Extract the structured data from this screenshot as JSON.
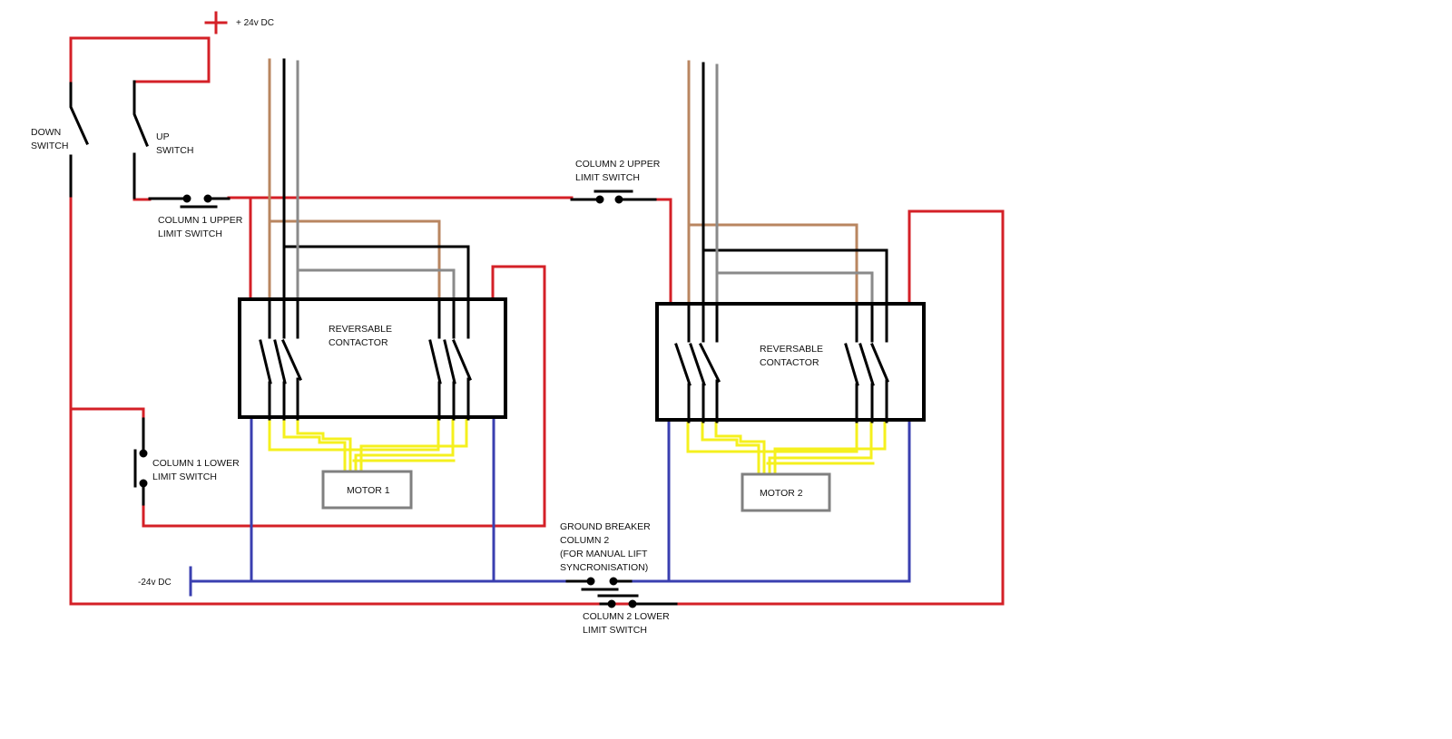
{
  "colors": {
    "positive": "#d42027",
    "negative": "#3a3fb0",
    "black": "#000000",
    "brown": "#b98660",
    "gray": "#8a8a8a",
    "yellow": "#f5f01e",
    "motor_border": "#808080"
  },
  "supply": {
    "positive_label": "+ 24v DC",
    "negative_label": "-24v DC"
  },
  "switches": {
    "down": [
      "DOWN",
      "SWITCH"
    ],
    "up": [
      "UP",
      "SWITCH"
    ],
    "col1_upper": [
      "COLUMN 1 UPPER",
      "LIMIT SWITCH"
    ],
    "col1_lower": [
      "COLUMN 1 LOWER",
      "LIMIT SWITCH"
    ],
    "col2_upper": [
      "COLUMN 2 UPPER",
      "LIMIT SWITCH"
    ],
    "col2_lower": [
      "COLUMN 2 LOWER",
      "LIMIT SWITCH"
    ],
    "ground_breaker": [
      "GROUND BREAKER",
      "COLUMN 2",
      "(FOR MANUAL LIFT",
      "SYNCRONISATION)"
    ]
  },
  "contactors": [
    {
      "label": [
        "REVERSABLE",
        "CONTACTOR"
      ]
    },
    {
      "label": [
        "REVERSABLE",
        "CONTACTOR"
      ]
    }
  ],
  "motors": [
    {
      "label": "MOTOR 1"
    },
    {
      "label": "MOTOR 2"
    }
  ]
}
